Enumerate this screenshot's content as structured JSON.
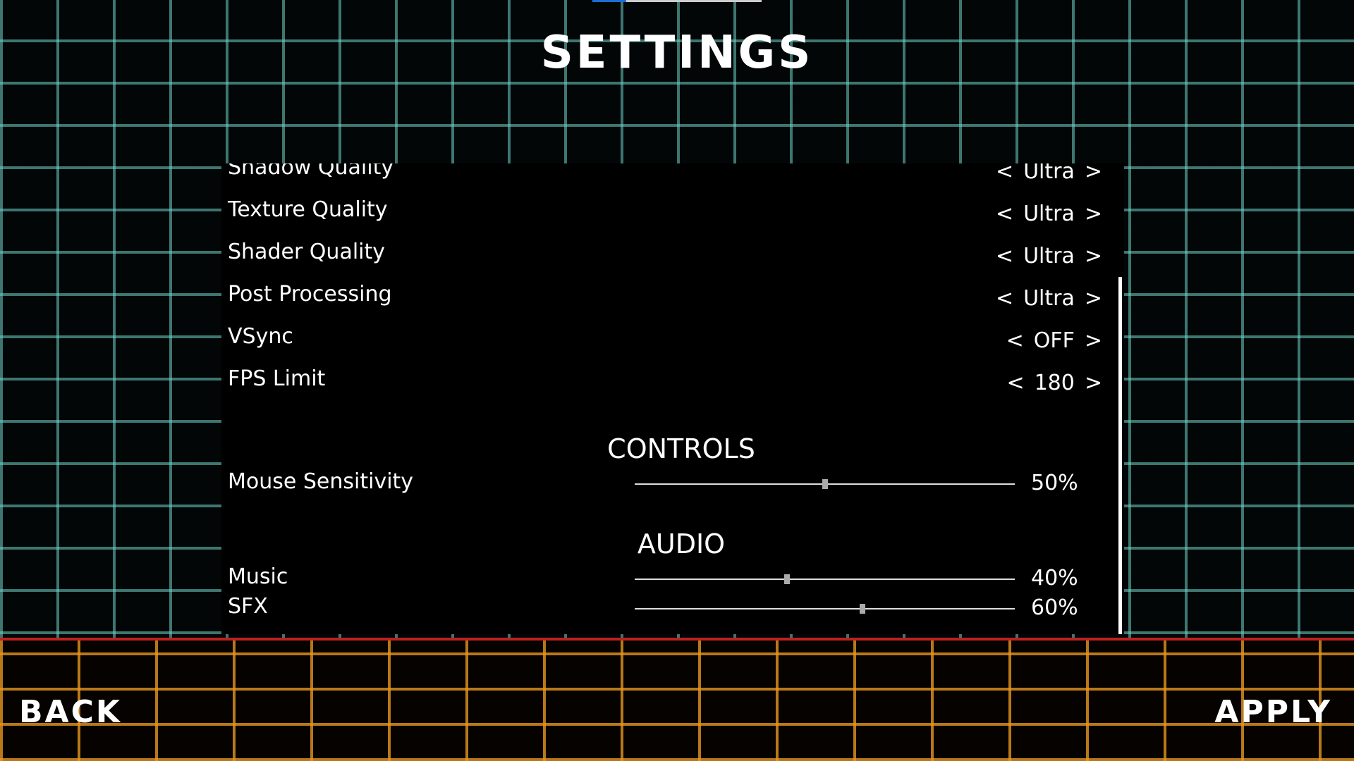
{
  "title": "SETTINGS",
  "loading_progress": 0.2,
  "graphics": [
    {
      "label": "Shadow Quality",
      "value": "Ultra"
    },
    {
      "label": "Texture Quality",
      "value": "Ultra"
    },
    {
      "label": "Shader Quality",
      "value": "Ultra"
    },
    {
      "label": "Post Processing",
      "value": "Ultra"
    },
    {
      "label": "VSync",
      "value": "OFF"
    },
    {
      "label": "FPS Limit",
      "value": "180"
    }
  ],
  "arrows": {
    "left": "<",
    "right": ">"
  },
  "controls": {
    "heading": "CONTROLS",
    "mouse": {
      "label": "Mouse Sensitivity",
      "value": 50,
      "text": "50%"
    }
  },
  "audio": {
    "heading": "AUDIO",
    "music": {
      "label": "Music",
      "value": 40,
      "text": "40%"
    },
    "sfx": {
      "label": "SFX",
      "value": 60,
      "text": "60%"
    }
  },
  "buttons": {
    "back": "BACK",
    "apply": "APPLY"
  }
}
